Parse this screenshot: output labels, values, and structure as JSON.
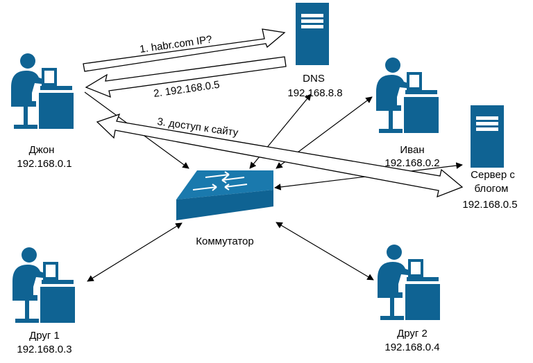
{
  "colors": {
    "device": "#0f6393",
    "switch_top": "#1a79ad",
    "line": "#000000",
    "background": "#ffffff"
  },
  "nodes": {
    "john": {
      "icon": "workstation-user-icon",
      "name": "Джон",
      "ip": "192.168.0.1"
    },
    "ivan": {
      "icon": "workstation-user-icon",
      "name": "Иван",
      "ip": "192.168.0.2"
    },
    "friend1": {
      "icon": "workstation-user-icon",
      "name": "Друг 1",
      "ip": "192.168.0.3"
    },
    "friend2": {
      "icon": "workstation-user-icon",
      "name": "Друг 2",
      "ip": "192.168.0.4"
    },
    "dns": {
      "icon": "server-tower-icon",
      "name": "DNS",
      "ip": "192.168.8.8"
    },
    "blog": {
      "icon": "server-tower-icon",
      "name_line1": "Сервер с",
      "name_line2": "блогом",
      "ip": "192.168.0.5"
    },
    "switch": {
      "icon": "network-switch-icon",
      "name": "Коммутатор"
    }
  },
  "steps": {
    "step1": "1. habr.com IP?",
    "step2": "2. 192.168.0.5",
    "step3": "3. доступ к сайту"
  }
}
